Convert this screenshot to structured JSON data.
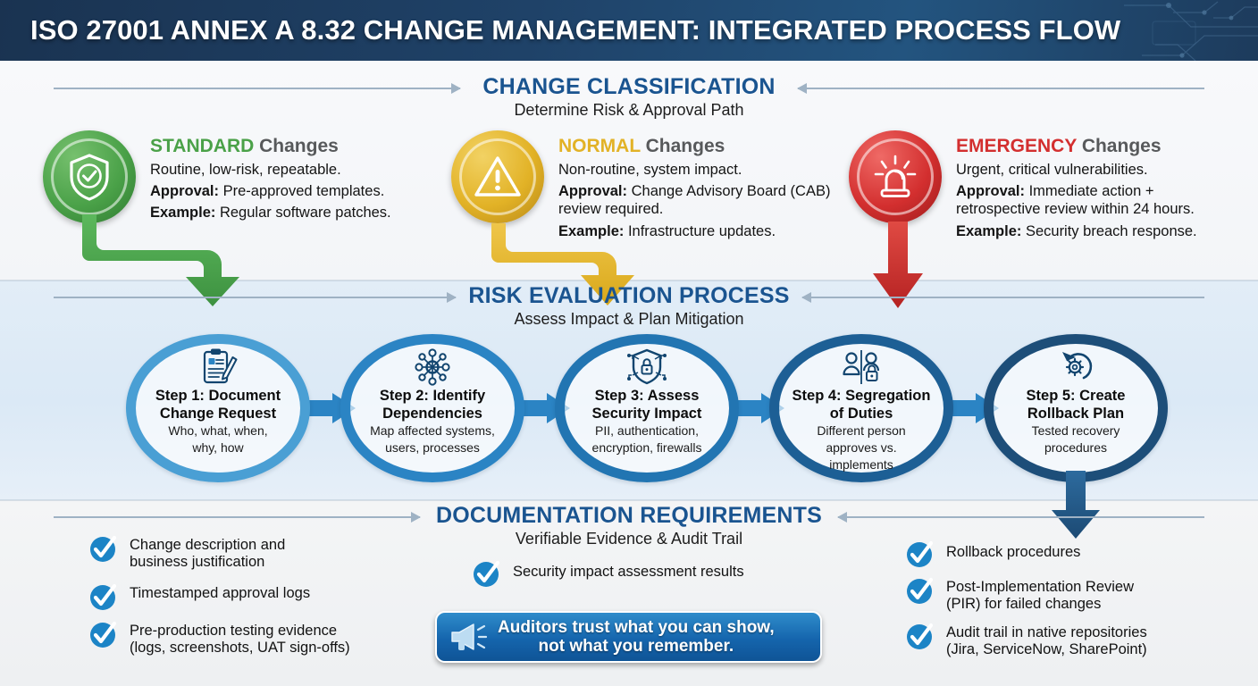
{
  "header": {
    "title": "ISO 27001 ANNEX A 8.32 CHANGE MANAGEMENT: INTEGRATED PROCESS FLOW"
  },
  "colors": {
    "header_bg": "#1f4268",
    "section_title": "#1a5490",
    "standard_green": "#4aa148",
    "normal_yellow": "#e2b226",
    "emergency_red": "#d32f2f",
    "step_blue": "#2b84c4",
    "step_blue_dark": "#1d4e79",
    "check_blue": "#1c84c6",
    "callout_blue": "#1565ad"
  },
  "sections": [
    {
      "id": "classification",
      "title": "CHANGE CLASSIFICATION",
      "subtitle": "Determine Risk & Approval Path"
    },
    {
      "id": "risk",
      "title": "RISK EVALUATION PROCESS",
      "subtitle": "Assess Impact & Plan Mitigation"
    },
    {
      "id": "documentation",
      "title": "DOCUMENTATION REQUIREMENTS",
      "subtitle": "Verifiable Evidence & Audit Trail"
    }
  ],
  "classification": {
    "cards": [
      {
        "icon": "shield-check-icon",
        "type": "STANDARD",
        "type_suffix": " Changes",
        "color": "#4aa148",
        "description": "Routine, low-risk, repeatable.",
        "approval_label": "Approval:",
        "approval_value": " Pre-approved templates.",
        "example_label": "Example:",
        "example_value": " Regular software patches."
      },
      {
        "icon": "warning-triangle-icon",
        "type": "NORMAL",
        "type_suffix": " Changes",
        "color": "#e2b226",
        "description": "Non-routine, system impact.",
        "approval_label": "Approval:",
        "approval_value": " Change Advisory Board (CAB) review required.",
        "example_label": "Example:",
        "example_value": " Infrastructure updates."
      },
      {
        "icon": "siren-alarm-icon",
        "type": "EMERGENCY",
        "type_suffix": " Changes",
        "color": "#d32f2f",
        "description": "Urgent, critical vulnerabilities.",
        "approval_label": "Approval:",
        "approval_value": " Immediate action + retrospective review within 24 hours.",
        "example_label": "Example:",
        "example_value": " Security breach response."
      }
    ]
  },
  "process": {
    "steps": [
      {
        "icon": "clipboard-pencil-icon",
        "title_line1": "Step 1: Document",
        "title_line2": "Change Request",
        "desc_line1": "Who, what, when,",
        "desc_line2": "why, how",
        "desc_line3": ""
      },
      {
        "icon": "network-nodes-icon",
        "title_line1": "Step 2: Identify",
        "title_line2": "Dependencies",
        "desc_line1": "Map affected systems,",
        "desc_line2": "users, processes",
        "desc_line3": ""
      },
      {
        "icon": "shield-lock-circuit-icon",
        "title_line1": "Step 3: Assess",
        "title_line2": "Security Impact",
        "desc_line1": "PII, authentication,",
        "desc_line2": "encryption, firewalls",
        "desc_line3": ""
      },
      {
        "icon": "two-persons-lock-icon",
        "title_line1": "Step 4: Segregation",
        "title_line2": "of Duties",
        "desc_line1": "Different person",
        "desc_line2": "approves vs.",
        "desc_line3": "implements"
      },
      {
        "icon": "rollback-gear-icon",
        "title_line1": "Step 5: Create",
        "title_line2": "Rollback Plan",
        "desc_line1": "Tested recovery",
        "desc_line2": "procedures",
        "desc_line3": ""
      }
    ]
  },
  "documentation": {
    "left_items": [
      {
        "line1": "Change description and",
        "line2": "business justification"
      },
      {
        "line1": "Timestamped approval logs",
        "line2": ""
      },
      {
        "line1": "Pre-production testing evidence",
        "line2": "(logs, screenshots, UAT sign-offs)"
      }
    ],
    "center_items": [
      {
        "line1": "Security impact assessment results",
        "line2": ""
      }
    ],
    "right_items": [
      {
        "line1": "Rollback procedures",
        "line2": ""
      },
      {
        "line1": "Post-Implementation Review",
        "line2": "(PIR) for failed changes"
      },
      {
        "line1": "Audit trail in native repositories",
        "line2": "(Jira, ServiceNow, SharePoint)"
      }
    ]
  },
  "callout": {
    "icon": "megaphone-icon",
    "line1": "Auditors trust what you can show,",
    "line2": "not what you remember."
  }
}
